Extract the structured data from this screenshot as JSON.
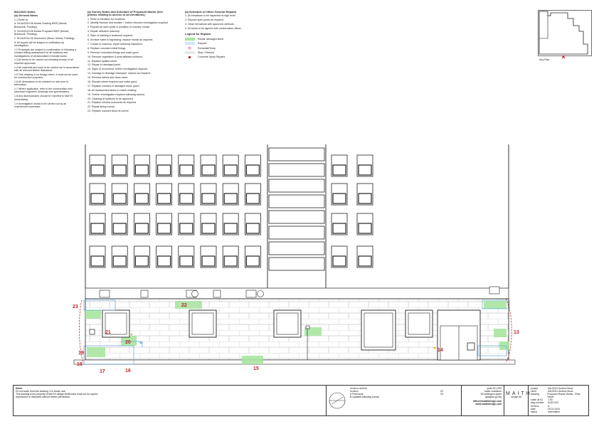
{
  "notes": {
    "col1_title": "MAJ2022 Notes",
    "col1_heading": "(a) General Notes",
    "col1_lines": [
      "1.1 Refer to:",
      "a. HL04/2019-06 Mortar Grading BWS (Mortar, Brickwork, Pointing).",
      "b. HL04/2019-06 Mortar Proposed BWS (Mortar, Brickwork, Pointing).",
      "c. HL04/2019-06 Stonework (Stone, Mortar, Pointing).",
      "d. All repairs will be subject to verification by investigation.",
      "1.2 Proposals are subject to confirmation or following a contact drilling assessment for all locations and investigations of all associated remedial works.",
      "1.3 All works to be carried out following receipt of all required approvals.",
      "1.4 All materials and work to be carried out in accordance with all relevant British Standards.",
      "1.5 This drawing is for design intent. It must not be used for construction purposes.",
      "1.6 All dimensions to be checked on site prior to fabrication.",
      "1.7 Where applicable, refer to the conservation and structural engineers' drawings and specifications.",
      "1.8 Any discrepancies should be reported to MAITH immediately.",
      "1.9 Investigation works to be carried out by an experienced contractor."
    ],
    "col2_title": "(a) Survey Notes and Schedule of Proposed Works (See photos relating to access to all elevations)",
    "col2_lines": [
      "1. Refer to elevation for locations.",
      "2. Identify fracture and monitor + further intrusive investigation required.",
      "3. Repoint all open joints & condition of crumbly mortar.",
      "4. Repair defective masonry.",
      "5. Stain of staining & treatment required.",
      "6. Surface water is ingressing; replace mortar as required.",
      "7. Cracks in masonry; repair following inspection.",
      "8. Replace corroded metal fixings.",
      "9. Remove redundant fixings and make good.",
      "10. Remove vegetation & treat affected surfaces.",
      "11. Replace spalled stone.",
      "12. Repair to damaged joints.",
      "13. Signs of movement; further investigation required.",
      "14. Damage to drainage downpipe; replace as required.",
      "15. Remove debris and clean down.",
      "16. Repoint where required and make good.",
      "17. Replace cracked or damaged stone panel.",
      "18. All replacement stone to match existing.",
      "19. Further investigation required following access.",
      "20. Cleaning of surfaces to be approved.",
      "21. Replace window surrounds as required.",
      "22. Repair string course.",
      "23. Replace cracked stone at corner."
    ],
    "col3_title": "(a) Schedule of Other General Repairs",
    "col3_lines": [
      "1. All elevations to be inspected at high level.",
      "2. Repoint open joints as required.",
      "3. Clean elevations with approved methods.",
      "4. All works to be agreed with conservation officer."
    ],
    "legend_title": "Legend for Repairs",
    "legend": [
      {
        "label": "Repair damaged stone",
        "color": "#a8e6a1"
      },
      {
        "label": "Repoint",
        "color": "#cfe7f7"
      },
      {
        "label": "Remedial/Temp",
        "color": "#f2b8d6"
      },
      {
        "label": "Strip / Rebond",
        "color": "#e8e8e8"
      },
      {
        "label": "Concrete Spray Repairs",
        "color": "#c0282d"
      }
    ]
  },
  "keyplan": {
    "label": "Key Plan"
  },
  "tags": [
    "23",
    "22",
    "21",
    "20",
    "19",
    "18",
    "17",
    "16",
    "15",
    "14",
    "13"
  ],
  "titleblock": {
    "notes_title": "Notes",
    "notes": [
      "Do not scale from this drawing. If in doubt, ask.",
      "This drawing is the property of MAITH design limited and must not be copied,",
      "reproduced or disclosed without written permission."
    ],
    "revision_label": "revision number",
    "revision_sub": "revision",
    "revision_rows": [
      "A   First issue",
      "B   Updated following survey"
    ],
    "revision_dates": [
      "02",
      "03"
    ],
    "address": [
      "suite 201-203",
      "baltic chambers",
      "50 wellington street",
      "glasgow g2 6hj"
    ],
    "email": "office@maithdesign.com",
    "web": "www.maithdesign.com",
    "brand": "MAITH",
    "brand_sub": "design ltd",
    "fields": [
      {
        "k": "project",
        "v": "MAJ2022 Andrew Bond"
      },
      {
        "k": "client",
        "v": "MAJ2022 Andrew Bond"
      },
      {
        "k": "drawing",
        "v": "Proposed Repair Works - Rear Street"
      },
      {
        "k": "scale @ A1",
        "v": "1:50"
      },
      {
        "k": "dwg number",
        "v": "MJ22-003"
      },
      {
        "k": "revision",
        "v": "A"
      },
      {
        "k": "date",
        "v": "25.01.2024"
      },
      {
        "k": "status",
        "v": "Information"
      }
    ]
  },
  "colors": {
    "green": "#a8e6a1",
    "blue": "#b6d7ee",
    "red": "#c0282d",
    "line": "#222222"
  }
}
